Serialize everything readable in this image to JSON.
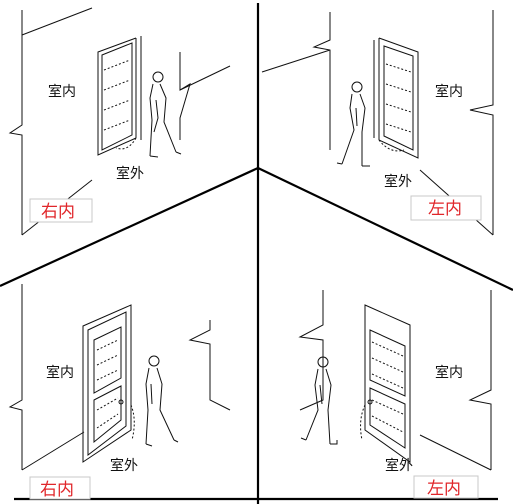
{
  "labels": {
    "indoor": "室内",
    "outdoor": "室外"
  },
  "tags": {
    "top_left": "右内",
    "top_right": "左内",
    "bottom_left": "右内",
    "bottom_right": "左内"
  },
  "colors": {
    "tag_text": "#e0262a",
    "line": "#111111",
    "background": "#ffffff"
  },
  "icons": {
    "door": "door-icon",
    "person": "walking-person-icon"
  }
}
